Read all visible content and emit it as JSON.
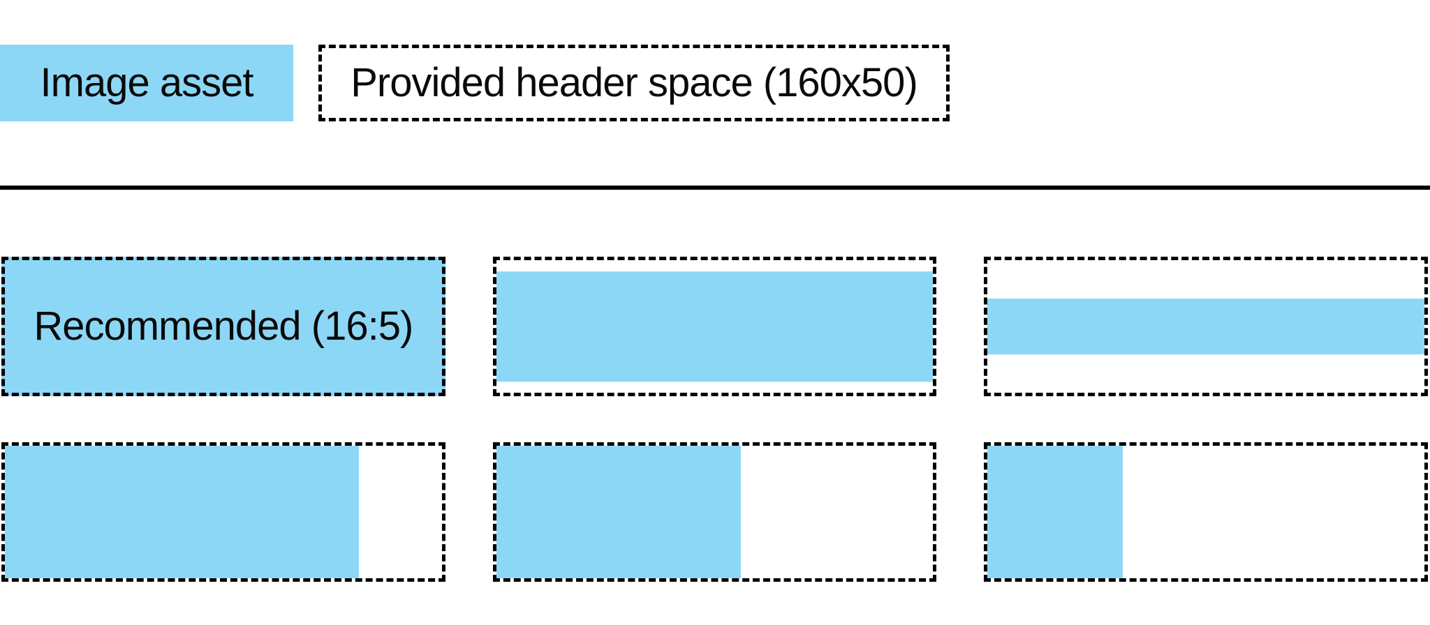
{
  "colors": {
    "asset_blue": "#8DD7F6",
    "outline_black": "#000000",
    "background_white": "#FFFFFF",
    "text_black": "#0A0A0A"
  },
  "legend": {
    "image_asset_label": "Image asset",
    "header_space_label": "Provided header space (160x50)"
  },
  "diagram": {
    "description": "Six dashed header-space boxes showing how image assets of different aspect ratios fit the provided 160x50 space",
    "tiles": [
      {
        "id": "recommended",
        "label": "Recommended (16:5)",
        "fit": "fills entire space",
        "fill_width_pct": 100,
        "fill_height_pct": 100,
        "style": "--fw:100%; --fh:100%; background:#8DD7F6;"
      },
      {
        "id": "wide-fit-width",
        "label": "",
        "fit": "full width, letterboxed top and bottom",
        "fill_width_pct": 100,
        "fill_height_pct": 83,
        "style": "--fw:100%; --fh:83%;"
      },
      {
        "id": "ultrawide-fit-width",
        "label": "",
        "fit": "full width, thin band centered vertically",
        "fill_width_pct": 100,
        "fill_height_pct": 42,
        "style": "--fw:100%; --fh:42%;"
      },
      {
        "id": "tall-fit-height-large",
        "label": "",
        "fit": "full height, anchored left",
        "fill_width_pct": 81,
        "fill_height_pct": 100,
        "style": "--fw:81%; --fh:100%;"
      },
      {
        "id": "tall-fit-height-medium",
        "label": "",
        "fit": "full height, anchored left",
        "fill_width_pct": 56,
        "fill_height_pct": 100,
        "style": "--fw:56%; --fh:100%;"
      },
      {
        "id": "tall-fit-height-small",
        "label": "",
        "fit": "full height, anchored left",
        "fill_width_pct": 31,
        "fill_height_pct": 100,
        "style": "--fw:31%; --fh:100%;"
      }
    ]
  }
}
